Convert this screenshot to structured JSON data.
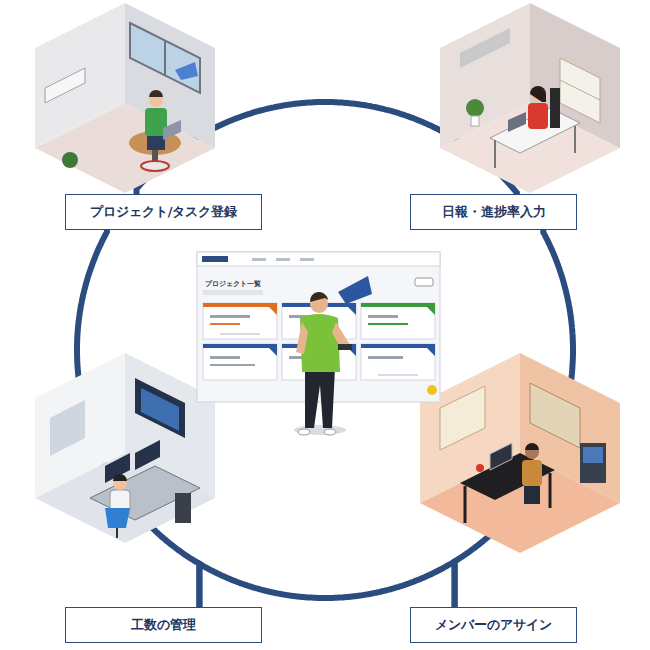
{
  "diagram": {
    "nodes": [
      {
        "text": [
          "プロジェクト/タスク登録"
        ]
      },
      {
        "text": [
          "日報・進捗率入力"
        ]
      },
      {
        "text": [
          "工数の管理"
        ]
      },
      {
        "text": [
          "メンバーのアサイン"
        ]
      }
    ],
    "edges": [
      {
        "from": 0,
        "to": 1,
        "arrow": "none"
      },
      {
        "from": 1,
        "to": 3,
        "arrow": "none"
      },
      {
        "from": 3,
        "to": 2,
        "arrow": "none"
      },
      {
        "from": 2,
        "to": 0,
        "arrow": "none"
      }
    ],
    "labels": [
      "プロジェクト一覧"
    ]
  }
}
